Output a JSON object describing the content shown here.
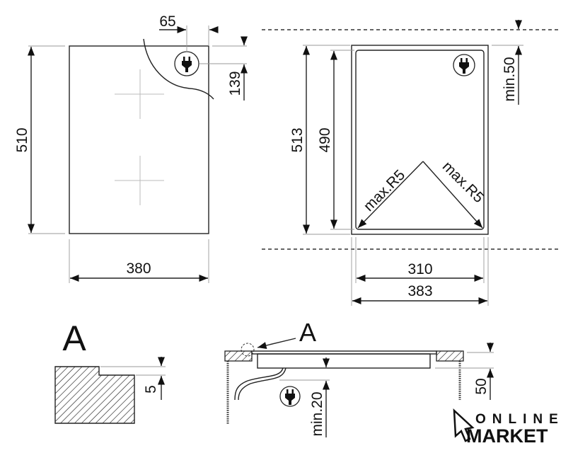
{
  "top_view": {
    "height": "510",
    "width": "380",
    "plug_offset_x": "65",
    "plug_offset_y": "139",
    "plug_icon": "power-plug-icon"
  },
  "cutout_view": {
    "outer_height": "513",
    "inner_height": "490",
    "min_top": "min.50",
    "radius_left": "max.R5",
    "radius_right": "max.R5",
    "inner_width": "310",
    "outer_width": "383",
    "plug_icon": "power-plug-icon"
  },
  "detail_view": {
    "label": "A",
    "step": "5"
  },
  "section_view": {
    "detail_ref": "A",
    "min_clearance": "min.20",
    "depth": "50",
    "plug_icon": "power-plug-icon"
  },
  "logo": {
    "line1": "ONLINE",
    "line2": "MARKET",
    "icon": "cursor-arrow-icon"
  },
  "colors": {
    "line": "#222222",
    "background": "#ffffff"
  }
}
